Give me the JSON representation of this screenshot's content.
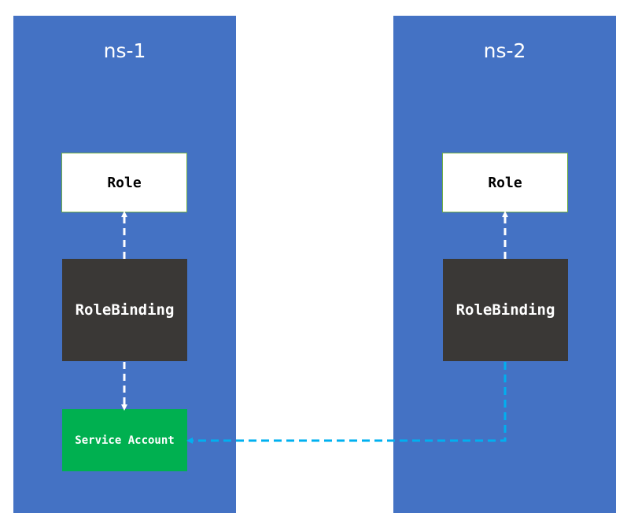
{
  "namespaces": [
    {
      "title": "ns-1",
      "role_label": "Role",
      "rolebinding_label": "RoleBinding",
      "service_account_label": "Service Account"
    },
    {
      "title": "ns-2",
      "role_label": "Role",
      "rolebinding_label": "RoleBinding"
    }
  ],
  "colors": {
    "namespace_background": "#4472c4",
    "role_background": "#ffffff",
    "role_border": "#70ad47",
    "rolebinding_background": "#3a3836",
    "service_account_background": "#00b050",
    "local_connector": "#ffffff",
    "cross_namespace_connector": "#00b0f0"
  }
}
